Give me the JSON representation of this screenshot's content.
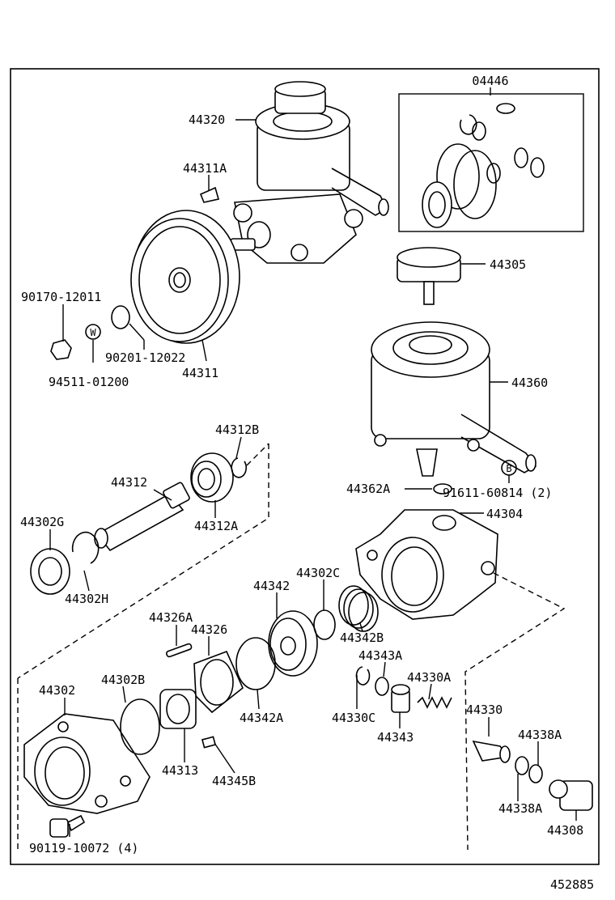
{
  "diagram": {
    "labels": {
      "p04446": "04446",
      "p44320": "44320",
      "p44311A": "44311A",
      "p44305": "44305",
      "p90170_12011": "90170-12011",
      "p90201_12022": "90201-12022",
      "p44311": "44311",
      "p94511_01200": "94511-01200",
      "p44360": "44360",
      "p44312B": "44312B",
      "p44312": "44312",
      "p44312A": "44312A",
      "p44302G": "44302G",
      "p44302H": "44302H",
      "p44362A": "44362A",
      "p91611_60814": "91611-60814 (2)",
      "p44304": "44304",
      "p44342": "44342",
      "p44302C": "44302C",
      "p44326A": "44326A",
      "p44326": "44326",
      "p44342B": "44342B",
      "p44343A": "44343A",
      "p44302": "44302",
      "p44302B": "44302B",
      "p44330A": "44330A",
      "p44342A": "44342A",
      "p44330C": "44330C",
      "p44343": "44343",
      "p44330": "44330",
      "p44338A_top": "44338A",
      "p44313": "44313",
      "p44345B": "44345B",
      "p44338A_bottom": "44338A",
      "p44308": "44308",
      "p90119_10072": "90119-10072 (4)",
      "diagram_number": "452885",
      "marker_w": "W",
      "marker_b": "B"
    }
  }
}
